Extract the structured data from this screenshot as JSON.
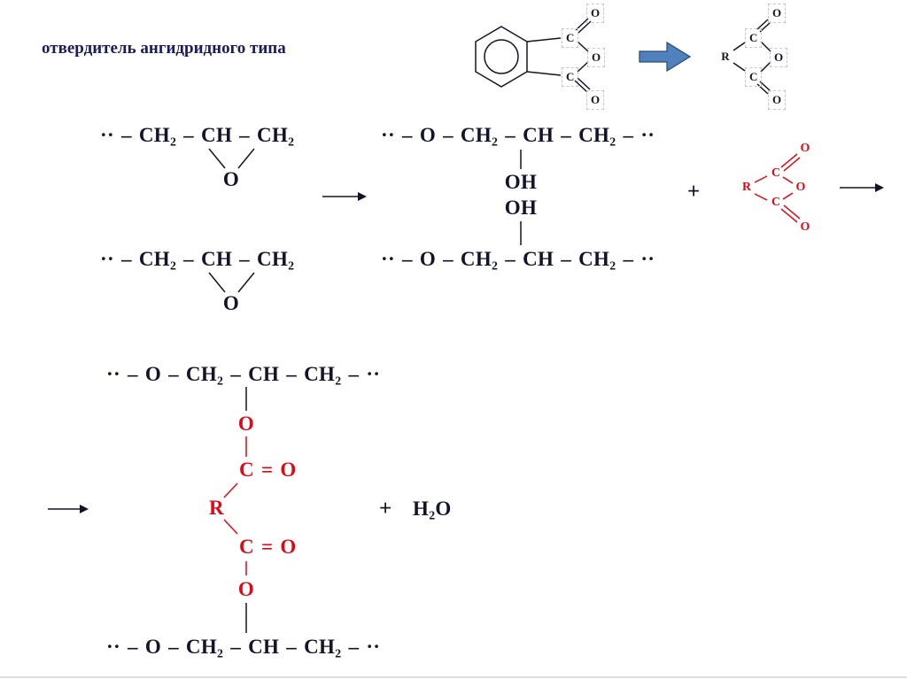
{
  "title": "отвердитель ангидридного типа",
  "colors": {
    "ink": "#13132b",
    "title_ink": "#1b1b5e",
    "red": "#e30613",
    "arrow_fill": "#4f81bd",
    "arrow_edge": "#2c4d75",
    "dashed_box": "#c6c6c6"
  },
  "atoms": {
    "c": "C",
    "o": "O",
    "r": "R",
    "oh": "OH"
  },
  "chains": {
    "epoxy": "·· – CH₂ – CH – CH₂",
    "diol": "·· – O – CH₂ – CH – CH₂ – ··"
  },
  "labels": {
    "plus": "+",
    "c_double_o": "C = O",
    "water": "H₂O"
  }
}
